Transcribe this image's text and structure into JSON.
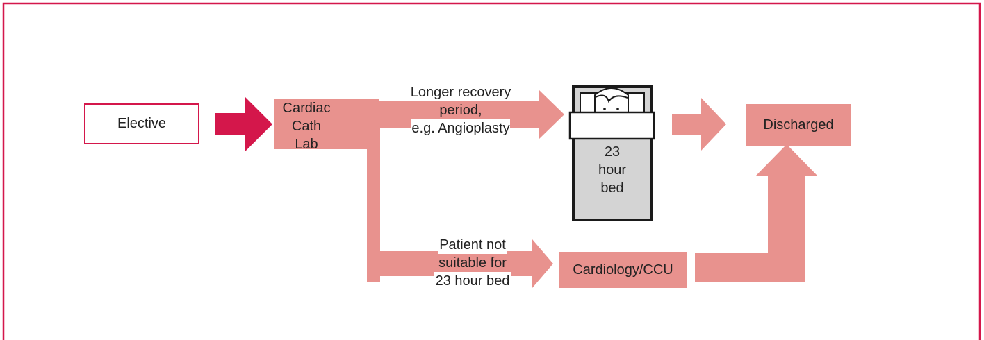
{
  "colors": {
    "frame": "#d4174b",
    "flow": "#e8928e",
    "elective_arrow": "#d4174b",
    "bed_fill": "#d4d4d4",
    "bed_outline": "#1a1a1a"
  },
  "nodes": {
    "elective": "Elective",
    "cath_lab": [
      "Cardiac",
      "Cath",
      "Lab"
    ],
    "discharged": "Discharged",
    "cardiology": "Cardiology/CCU",
    "bed": [
      "23",
      "hour",
      "bed"
    ]
  },
  "edges": {
    "longer_recovery": [
      "Longer recovery",
      "period,",
      "e.g. Angioplasty"
    ],
    "not_suitable": [
      "Patient not",
      "suitable for",
      "23 hour bed"
    ]
  },
  "icons": {
    "bed": "hospital-bed-icon",
    "patient": "patient-face-icon"
  }
}
